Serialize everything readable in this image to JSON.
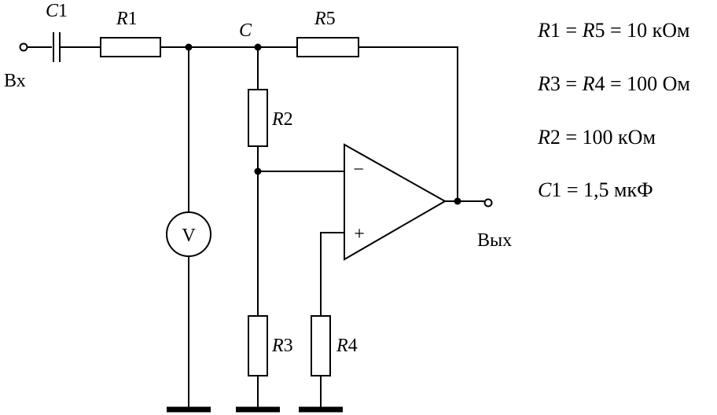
{
  "labels": {
    "input": "Вх",
    "output": "Вых",
    "node_c": "C",
    "voltmeter": "V",
    "opamp_minus": "−",
    "opamp_plus": "+"
  },
  "components": {
    "c1": {
      "letter": "C",
      "index": "1"
    },
    "r1": {
      "letter": "R",
      "index": "1"
    },
    "r2": {
      "letter": "R",
      "index": "2"
    },
    "r3": {
      "letter": "R",
      "index": "3"
    },
    "r4": {
      "letter": "R",
      "index": "4"
    },
    "r5": {
      "letter": "R",
      "index": "5"
    }
  },
  "values": {
    "r1_r5": {
      "a_letter": "R",
      "a_index": "1",
      "eq1": " = ",
      "b_letter": "R",
      "b_index": "5",
      "rest": " = 10 кОм"
    },
    "r3_r4": {
      "a_letter": "R",
      "a_index": "3",
      "eq1": " = ",
      "b_letter": "R",
      "b_index": "4",
      "rest": " = 100 Ом"
    },
    "r2": {
      "a_letter": "R",
      "a_index": "2",
      "rest": " = 100 кОм"
    },
    "c1": {
      "a_letter": "C",
      "a_index": "1",
      "rest": " = 1,5 мкФ"
    }
  }
}
